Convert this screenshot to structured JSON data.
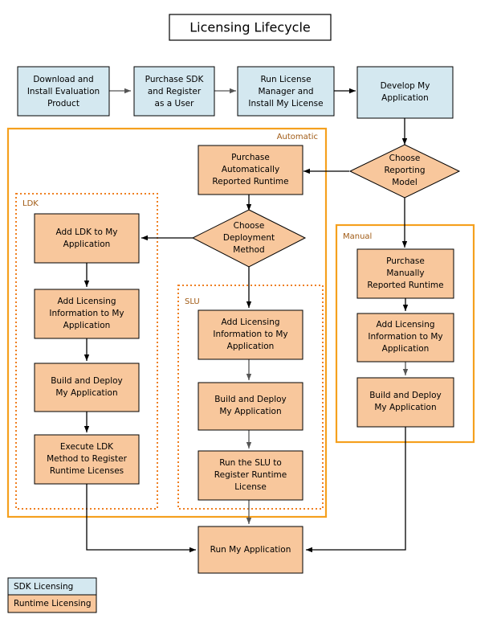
{
  "title": "Licensing Lifecycle",
  "chart_data": {
    "type": "diagram",
    "title": "Licensing Lifecycle",
    "diagram_kind": "flowchart",
    "nodes": [
      {
        "id": "download",
        "label": "Download and Install Evaluation Product",
        "shape": "rect",
        "style": "sdk"
      },
      {
        "id": "purchase_sdk",
        "label": "Purchase SDK and Register as a User",
        "shape": "rect",
        "style": "sdk"
      },
      {
        "id": "run_license_mgr",
        "label": "Run License Manager and Install My License",
        "shape": "rect",
        "style": "sdk"
      },
      {
        "id": "develop",
        "label": "Develop My Application",
        "shape": "rect",
        "style": "sdk"
      },
      {
        "id": "choose_reporting",
        "label": "Choose Reporting Model",
        "shape": "diamond",
        "style": "runtime"
      },
      {
        "id": "purchase_auto",
        "label": "Purchase Automatically Reported Runtime",
        "shape": "rect",
        "style": "runtime"
      },
      {
        "id": "choose_deploy",
        "label": "Choose Deployment Method",
        "shape": "diamond",
        "style": "runtime"
      },
      {
        "id": "add_ldk",
        "label": "Add LDK to My Application",
        "shape": "rect",
        "style": "runtime"
      },
      {
        "id": "ldk_add_lic",
        "label": "Add Licensing Information to My Application",
        "shape": "rect",
        "style": "runtime"
      },
      {
        "id": "ldk_build",
        "label": "Build and Deploy My Application",
        "shape": "rect",
        "style": "runtime"
      },
      {
        "id": "ldk_execute",
        "label": "Execute LDK Method to Register Runtime Licenses",
        "shape": "rect",
        "style": "runtime"
      },
      {
        "id": "slu_add_lic",
        "label": "Add Licensing Information to My Application",
        "shape": "rect",
        "style": "runtime"
      },
      {
        "id": "slu_build",
        "label": "Build and Deploy My Application",
        "shape": "rect",
        "style": "runtime"
      },
      {
        "id": "slu_run",
        "label": "Run the SLU to Register Runtime License",
        "shape": "rect",
        "style": "runtime"
      },
      {
        "id": "purchase_manual",
        "label": "Purchase Manually Reported Runtime",
        "shape": "rect",
        "style": "runtime"
      },
      {
        "id": "man_add_lic",
        "label": "Add Licensing Information to My Application",
        "shape": "rect",
        "style": "runtime"
      },
      {
        "id": "man_build",
        "label": "Build and Deploy My Application",
        "shape": "rect",
        "style": "runtime"
      },
      {
        "id": "run_app",
        "label": "Run My Application",
        "shape": "rect",
        "style": "runtime"
      }
    ],
    "groups": [
      {
        "id": "automatic",
        "label": "Automatic",
        "border": "solid"
      },
      {
        "id": "ldk",
        "label": "LDK",
        "border": "dotted"
      },
      {
        "id": "slu",
        "label": "SLU",
        "border": "dotted"
      },
      {
        "id": "manual",
        "label": "Manual",
        "border": "solid"
      }
    ],
    "edges": [
      {
        "from": "download",
        "to": "purchase_sdk"
      },
      {
        "from": "purchase_sdk",
        "to": "run_license_mgr"
      },
      {
        "from": "run_license_mgr",
        "to": "develop"
      },
      {
        "from": "develop",
        "to": "choose_reporting"
      },
      {
        "from": "choose_reporting",
        "to": "purchase_auto"
      },
      {
        "from": "choose_reporting",
        "to": "purchase_manual"
      },
      {
        "from": "purchase_auto",
        "to": "choose_deploy"
      },
      {
        "from": "choose_deploy",
        "to": "add_ldk"
      },
      {
        "from": "choose_deploy",
        "to": "slu_add_lic"
      },
      {
        "from": "add_ldk",
        "to": "ldk_add_lic"
      },
      {
        "from": "ldk_add_lic",
        "to": "ldk_build"
      },
      {
        "from": "ldk_build",
        "to": "ldk_execute"
      },
      {
        "from": "ldk_execute",
        "to": "run_app"
      },
      {
        "from": "slu_add_lic",
        "to": "slu_build"
      },
      {
        "from": "slu_build",
        "to": "slu_run"
      },
      {
        "from": "slu_run",
        "to": "run_app"
      },
      {
        "from": "purchase_manual",
        "to": "man_add_lic"
      },
      {
        "from": "man_add_lic",
        "to": "man_build"
      },
      {
        "from": "man_build",
        "to": "run_app"
      }
    ],
    "legend": [
      {
        "label": "SDK Licensing",
        "color": "#d4e8f0"
      },
      {
        "label": "Runtime Licensing",
        "color": "#f8c79c"
      }
    ],
    "colors": {
      "sdk_fill": "#d4e8f0",
      "runtime_fill": "#f8c79c",
      "group_solid_border": "#f5a01e",
      "group_dotted_border": "#ef8022",
      "group_label_text": "#a05a14",
      "node_border": "#000000",
      "background": "#ffffff"
    }
  },
  "nodes": {
    "download": {
      "line1": "Download and",
      "line2": "Install Evaluation",
      "line3": "Product"
    },
    "purchase_sdk": {
      "line1": "Purchase SDK",
      "line2": "and Register",
      "line3": "as a User"
    },
    "run_license_mgr": {
      "line1": "Run License",
      "line2": "Manager and",
      "line3": "Install My License"
    },
    "develop": {
      "line1": "Develop My",
      "line2": "Application",
      "line3": ""
    },
    "choose_reporting": {
      "line1": "Choose",
      "line2": "Reporting",
      "line3": "Model"
    },
    "purchase_auto": {
      "line1": "Purchase",
      "line2": "Automatically",
      "line3": "Reported Runtime"
    },
    "choose_deploy": {
      "line1": "Choose",
      "line2": "Deployment",
      "line3": "Method"
    },
    "add_ldk": {
      "line1": "Add LDK to My",
      "line2": "Application",
      "line3": ""
    },
    "ldk_add_lic": {
      "line1": "Add Licensing",
      "line2": "Information to My",
      "line3": "Application"
    },
    "ldk_build": {
      "line1": "Build and Deploy",
      "line2": "My Application",
      "line3": ""
    },
    "ldk_execute": {
      "line1": "Execute LDK",
      "line2": "Method to Register",
      "line3": "Runtime Licenses"
    },
    "slu_add_lic": {
      "line1": "Add Licensing",
      "line2": "Information to My",
      "line3": "Application"
    },
    "slu_build": {
      "line1": "Build and Deploy",
      "line2": "My Application",
      "line3": ""
    },
    "slu_run": {
      "line1": "Run the SLU to",
      "line2": "Register Runtime",
      "line3": "License"
    },
    "purchase_manual": {
      "line1": "Purchase",
      "line2": "Manually",
      "line3": "Reported Runtime"
    },
    "man_add_lic": {
      "line1": "Add Licensing",
      "line2": "Information to My",
      "line3": "Application"
    },
    "man_build": {
      "line1": "Build and Deploy",
      "line2": "My Application",
      "line3": ""
    },
    "run_app": {
      "line1": "Run My Application",
      "line2": "",
      "line3": ""
    }
  },
  "groups": {
    "automatic": "Automatic",
    "ldk": "LDK",
    "slu": "SLU",
    "manual": "Manual"
  },
  "legend": {
    "sdk": "SDK Licensing",
    "runtime": "Runtime Licensing"
  }
}
